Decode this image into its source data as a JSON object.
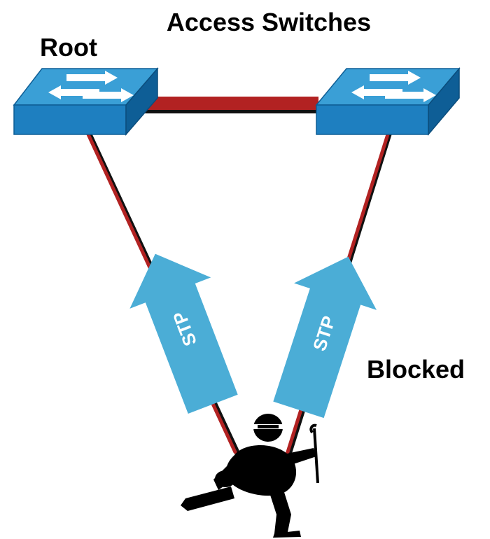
{
  "labels": {
    "title": "Access Switches",
    "root": "Root",
    "blocked": "Blocked"
  },
  "arrows": [
    {
      "label": "STP"
    },
    {
      "label": "STP"
    }
  ],
  "icons": {
    "switch": "network-switch-icon",
    "attacker": "attacker-figure-icon"
  },
  "colors": {
    "link": "#B22222",
    "link_shadow": "#111111",
    "switch_top": "#3A9FD6",
    "switch_front": "#1E7FC0",
    "switch_side": "#0E5E96",
    "arrow_fill": "#4BADD6",
    "attacker": "#000000",
    "background": "#FFFFFF"
  }
}
